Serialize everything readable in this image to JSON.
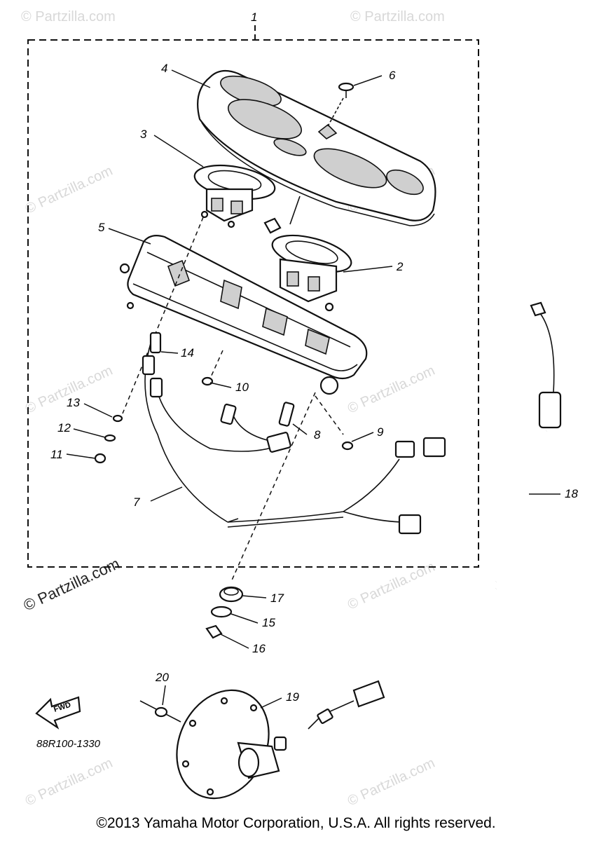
{
  "diagram": {
    "callouts": [
      "1",
      "2",
      "3",
      "4",
      "5",
      "6",
      "7",
      "8",
      "9",
      "10",
      "11",
      "12",
      "13",
      "14",
      "15",
      "16",
      "17",
      "18",
      "19",
      "20"
    ],
    "figure_code": "88R100-1330",
    "forward_label": "FWD"
  },
  "watermarks": {
    "light_text": "© Partzilla.com",
    "prominent_text": "© Partzilla.com"
  },
  "footer": {
    "copyright": "©2013 Yamaha Motor Corporation, U.S.A. All rights reserved."
  }
}
